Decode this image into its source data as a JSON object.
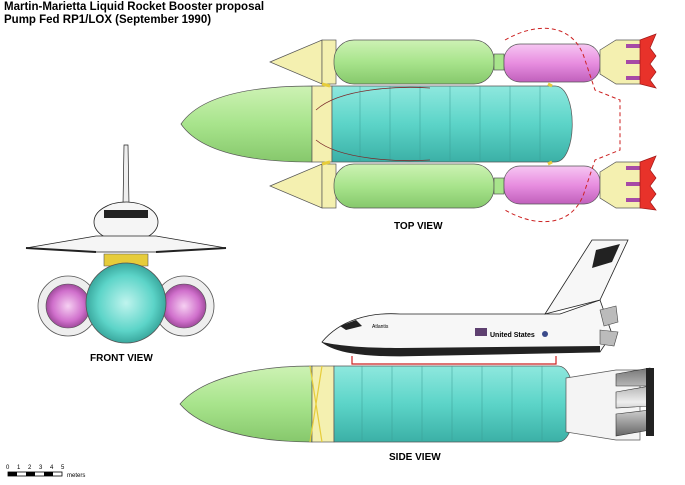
{
  "title": {
    "line1": "Martin-Marietta Liquid Rocket Booster proposal",
    "line2": "Pump Fed RP1/LOX (September 1990)"
  },
  "views": {
    "top": "TOP VIEW",
    "front": "FRONT VIEW",
    "side": "SIDE VIEW"
  },
  "orbiter": {
    "name": "Atlantis",
    "flag_text": "United States"
  },
  "scale": {
    "ticks": [
      "0",
      "1",
      "2",
      "3",
      "4",
      "5"
    ],
    "unit": "meters"
  },
  "colors": {
    "external_tank": "#5cd4c8",
    "external_tank_nose": "#a8e48c",
    "booster_rp1": "#a8e48c",
    "booster_lox": "#e88ee0",
    "booster_structure": "#f4f0b0",
    "engine_plume": "#e8322a",
    "feed_lines": "#a64aa6",
    "struts": "#e6cc3a",
    "red_dash": "#cc2222"
  }
}
